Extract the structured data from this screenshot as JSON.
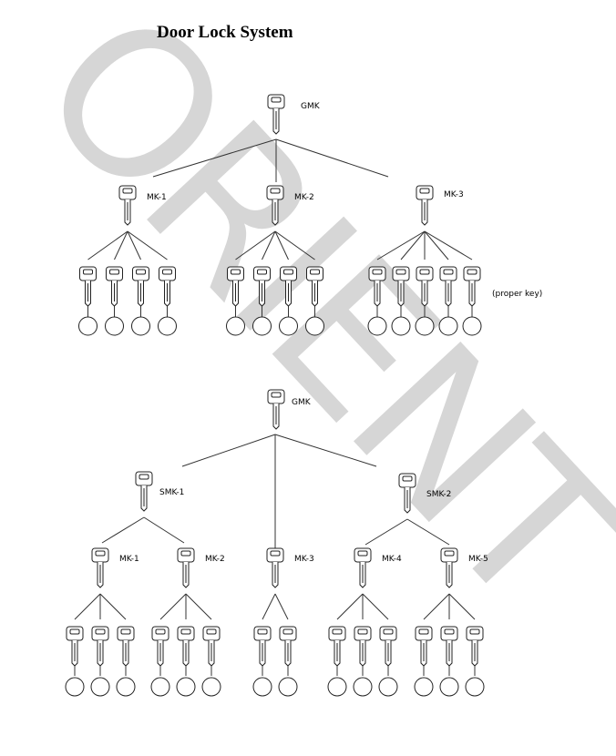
{
  "title": "Door Lock System",
  "watermark": "ORIENT",
  "watermark_color": "#d6d6d6",
  "line_color": "#333333",
  "icons": {
    "key": "key-icon",
    "lock": "lock-circle-icon"
  },
  "diagram1": {
    "root": {
      "label": "GMK",
      "children": [
        {
          "label": "MK-1",
          "locks": 4
        },
        {
          "label": "MK-2",
          "locks": 4
        },
        {
          "label": "MK-3",
          "locks": 5,
          "note": "(proper key)"
        }
      ]
    }
  },
  "diagram2": {
    "root": {
      "label": "GMK",
      "children": [
        {
          "label": "SMK-1",
          "children": [
            {
              "label": "MK-1",
              "locks": 3
            },
            {
              "label": "MK-2",
              "locks": 3
            }
          ]
        },
        {
          "label": "MK-3",
          "locks": 2
        },
        {
          "label": "SMK-2",
          "children": [
            {
              "label": "MK-4",
              "locks": 3
            },
            {
              "label": "MK-5",
              "locks": 3
            }
          ]
        }
      ]
    }
  }
}
